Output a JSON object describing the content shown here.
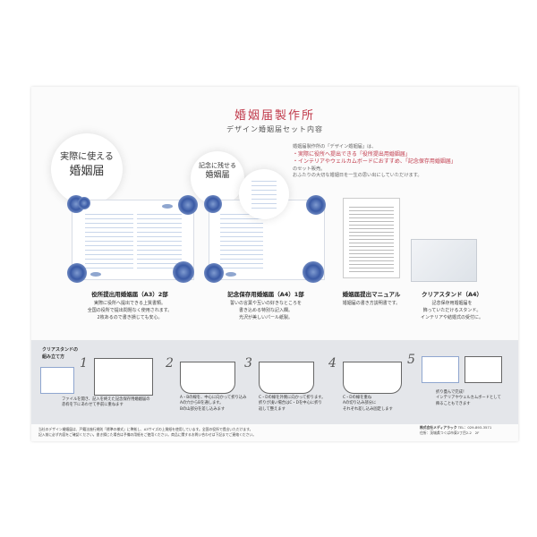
{
  "header": {
    "title": "婚姻届製作所",
    "subtitle": "デザイン婚姻届セット内容"
  },
  "bubbles": {
    "left": [
      "実際に使える",
      "婚姻届"
    ],
    "mid": [
      "記念に残せる",
      "婚姻届"
    ]
  },
  "intro": {
    "line1": "婚姻届製作所の「デザイン婚姻届」は、",
    "line2": "・実際に役所へ提出できる「役所提出用婚姻届」",
    "line3": "・インテリアやウェルカムボードにおすすめ、「記念保存用婚姻届」",
    "line4": "のセット販売。",
    "line5": "おふたりの大切な婚姻日を一生の思い出にしていただけます。"
  },
  "items": [
    {
      "label": "役所提出用婚姻届（A3）2部",
      "desc": [
        "実際に役所へ提出できる上質書類。",
        "全国の役所で提出問題なく使用されます。",
        "2枚あるので書き損じても安心。"
      ]
    },
    {
      "label": "記念保存用婚姻届（A4）1部",
      "desc": [
        "誓いの言葉や互いの好きなところを",
        "書き込める特別な記入欄。",
        "光沢が美しいパール紙製。"
      ]
    },
    {
      "label": "婚姻届提出マニュアル",
      "desc": [
        "婚姻届の書き方説明書です。"
      ]
    },
    {
      "label": "クリアスタンド（A4）",
      "desc": [
        "記念保存用婚姻届を",
        "飾っていただけるスタンド。",
        "インテリアや結婚式の受付に。"
      ]
    }
  ],
  "assembly": {
    "heading": [
      "クリアスタンドの",
      "組み立て方"
    ],
    "steps": [
      "1",
      "2",
      "3",
      "4",
      "5"
    ],
    "notes": [
      [
        "ファイルを開き、記入を終えた記念保存用婚姻届の",
        "赤枠を下にあわせて手前に重ねます"
      ],
      [
        "A・Bの線を、中心に向かって折り込み",
        "Aの穴からBを通します。",
        "Bの山部分を差し込みます"
      ],
      [
        "C・Dの線を外側に向かって折ります。",
        "折りが浅い場合はC・Dを中心に折り",
        "返して整えます"
      ],
      [
        "C・Dの線を重ね",
        "Aの切り込み部分に",
        "それぞれ差し込み固定します"
      ],
      [
        "折り畳んで完成！",
        "インテリアやウェルカムボードとして",
        "飾ることもできます"
      ]
    ]
  },
  "footer": {
    "text1": "当社のデザイン婚姻届は、戸籍法施行規則「標準の様式」に準拠し、A3サイズの上質紙を使用しています。全国の役所で提出いただけます。",
    "text2": "記入前に必ず内容をご確認ください。書き損じた場合は予備の用紙をご使用ください。商品に関するお問い合わせは下記までご連絡ください。",
    "company": "株式会社メディアラック",
    "tel": "TEL：029-893-3571",
    "address": "住所：茨城県つくば市東2丁目2-2　2F"
  }
}
